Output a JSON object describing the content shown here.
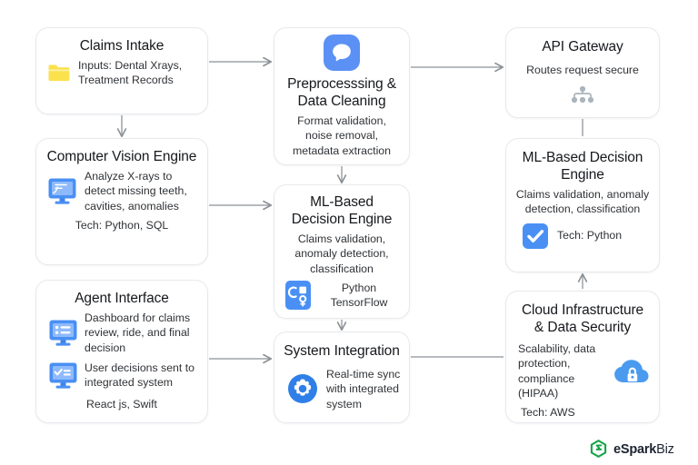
{
  "diagram": {
    "background": "#ffffff",
    "card_border": "#e7e9ec",
    "connector_color": "#8b9196",
    "accent_blue": "#4a90f4",
    "accent_green": "#17a44a",
    "icon_yellow": "#fbe14d"
  },
  "nodes": {
    "claims_intake": {
      "title": "Claims Intake",
      "icon": "folder-icon",
      "desc": "Inputs: Dental Xrays, Treatment Records"
    },
    "computer_vision": {
      "title": "Computer Vision Engine",
      "icon": "monitor-xray-icon",
      "desc": "Analyze X-rays to detect missing teeth, cavities, anomalies",
      "tech": "Tech: Python, SQL"
    },
    "agent_interface": {
      "title": "Agent Interface",
      "icon1": "monitor-dashboard-icon",
      "desc1": "Dashboard for claims review, ride, and final decision",
      "icon2": "monitor-check-icon",
      "desc2": "User decisions sent to integrated system",
      "tech": "React js, Swift"
    },
    "preprocessing": {
      "icon": "chat-bubble-icon",
      "title": "Preprocesssing & Data Cleaning",
      "desc": "Format validation, noise removal, metadata extraction"
    },
    "ml_engine_mid": {
      "title": "ML-Based Decision Engine",
      "desc": "Claims validation, anomaly detection, classification",
      "icon": "code-node-icon",
      "tech": "Python TensorFlow"
    },
    "system_integration": {
      "title": "System Integration",
      "icon": "gear-icon",
      "desc": "Real-time sync with integrated system"
    },
    "api_gateway": {
      "title": "API Gateway",
      "desc": "Routes request secure",
      "icon": "hierarchy-icon"
    },
    "ml_decision_right": {
      "title": "ML-Based Decision Engine",
      "desc": "Claims validation, anomaly detection, classification",
      "icon": "checkbox-icon",
      "tech": "Tech: Python"
    },
    "cloud_security": {
      "title": "Cloud Infrastructure & Data Security",
      "desc": "Scalability, data protection, compliance (HIPAA)",
      "icon": "cloud-lock-icon",
      "tech": "Tech: AWS"
    }
  },
  "brand": {
    "logo_icon": "esparkbiz-logo-icon",
    "name_bold": "eSpark",
    "name_light": "Biz"
  }
}
